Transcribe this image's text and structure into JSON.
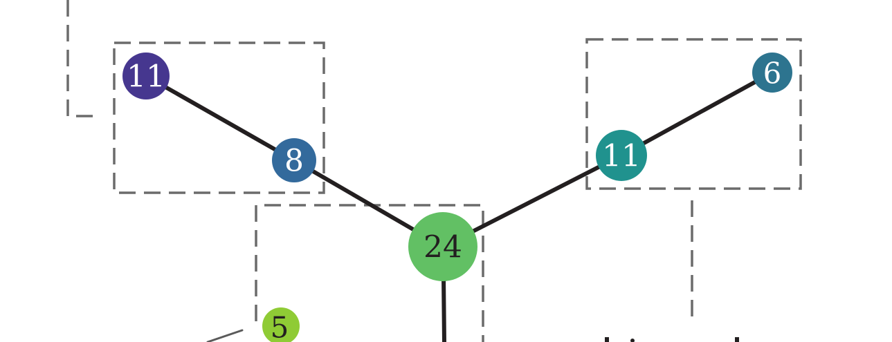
{
  "diagram": {
    "nodes": [
      {
        "id": "n11a",
        "label": "11",
        "color": "#46378f",
        "text_color": "#ffffff"
      },
      {
        "id": "n8",
        "label": "8",
        "color": "#336a9c",
        "text_color": "#ffffff"
      },
      {
        "id": "n24",
        "label": "24",
        "color": "#62c064",
        "text_color": "#231f20"
      },
      {
        "id": "n11b",
        "label": "11",
        "color": "#20928e",
        "text_color": "#ffffff"
      },
      {
        "id": "n6",
        "label": "6",
        "color": "#2d748f",
        "text_color": "#ffffff"
      },
      {
        "id": "n5",
        "label": "5",
        "color": "#8fcb35",
        "text_color": "#231f20"
      }
    ],
    "edges": [
      [
        "n11a",
        "n8"
      ],
      [
        "n8",
        "n24"
      ],
      [
        "n24",
        "n11b"
      ],
      [
        "n11b",
        "n6"
      ]
    ],
    "edge_color": "#231f20",
    "group_border_color": "#6b6b6b"
  }
}
